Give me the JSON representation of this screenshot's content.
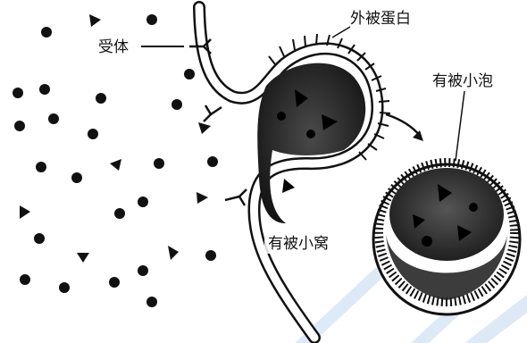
{
  "labels": {
    "receptor": "受体",
    "coat_protein": "外被蛋白",
    "coated_vesicle": "有被小泡",
    "coated_pit": "有被小窝"
  },
  "colors": {
    "ink": "#111111",
    "membrane_fill": "#ffffff",
    "vesicle_inner": "#2e2e2e",
    "watermark": "#9fc3ea"
  },
  "icons": {
    "particle_round": "filled-circle",
    "particle_triangle": "filled-triangle",
    "receptor": "y-shaped-receptor"
  }
}
